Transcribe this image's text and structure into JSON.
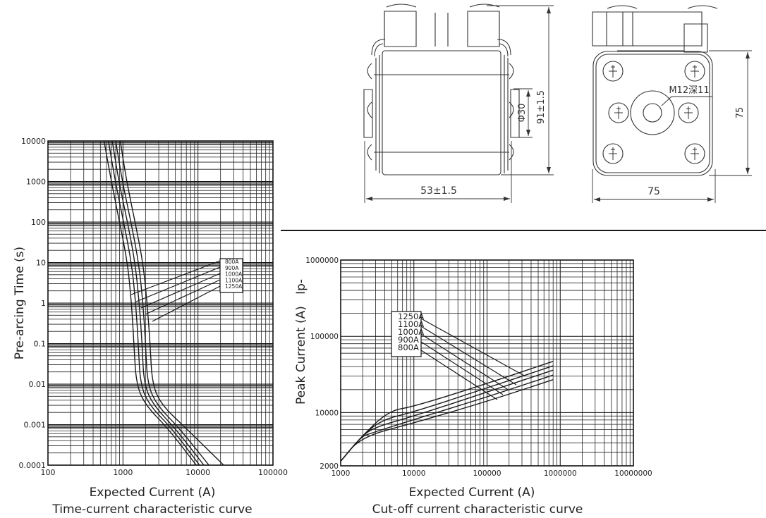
{
  "drawings": {
    "side_view": {
      "title": "side-view",
      "dim_width": "53±1.5",
      "dim_height": "91±1.5",
      "dim_diameter": "Φ30"
    },
    "front_view": {
      "title": "front-view",
      "dim_width": "75",
      "dim_height": "75",
      "thread_label": "M12深11"
    }
  },
  "chart_data": [
    {
      "type": "line",
      "title": "Time-current characteristic curve",
      "xlabel": "Expected Current (A)",
      "ylabel": "Pre-arcing Time (s)",
      "xscale": "log",
      "yscale": "log",
      "xlim": [
        100,
        100000
      ],
      "ylim": [
        0.0001,
        10000
      ],
      "xticks": [
        "100",
        "1000",
        "10000",
        "100000"
      ],
      "yticks": [
        "0.0001",
        "0.001",
        "0.01",
        "0.1",
        "1",
        "10",
        "100",
        "1000",
        "10000"
      ],
      "grid": true,
      "legend": {
        "placement": "center-right",
        "entries": [
          "800A",
          "900A",
          "1000A",
          "1100A",
          "1250A"
        ]
      },
      "series": [
        {
          "name": "800A",
          "points": [
            [
              560,
              10000
            ],
            [
              700,
              1000
            ],
            [
              900,
              100
            ],
            [
              1150,
              10
            ],
            [
              1300,
              1
            ],
            [
              1400,
              0.1
            ],
            [
              1500,
              0.01
            ],
            [
              2000,
              0.003
            ],
            [
              4000,
              0.0008
            ],
            [
              9500,
              0.0001
            ]
          ]
        },
        {
          "name": "900A",
          "points": [
            [
              640,
              10000
            ],
            [
              790,
              1000
            ],
            [
              1020,
              100
            ],
            [
              1300,
              10
            ],
            [
              1480,
              1
            ],
            [
              1600,
              0.1
            ],
            [
              1700,
              0.01
            ],
            [
              2250,
              0.003
            ],
            [
              4500,
              0.0008
            ],
            [
              10500,
              0.0001
            ]
          ]
        },
        {
          "name": "1000A",
          "points": [
            [
              720,
              10000
            ],
            [
              880,
              1000
            ],
            [
              1150,
              100
            ],
            [
              1450,
              10
            ],
            [
              1650,
              1
            ],
            [
              1800,
              0.1
            ],
            [
              1900,
              0.01
            ],
            [
              2550,
              0.003
            ],
            [
              5000,
              0.0008
            ],
            [
              12000,
              0.0001
            ]
          ]
        },
        {
          "name": "1100A",
          "points": [
            [
              800,
              10000
            ],
            [
              980,
              1000
            ],
            [
              1280,
              100
            ],
            [
              1620,
              10
            ],
            [
              1850,
              1
            ],
            [
              2000,
              0.1
            ],
            [
              2120,
              0.01
            ],
            [
              2850,
              0.003
            ],
            [
              5700,
              0.0008
            ],
            [
              14000,
              0.0001
            ]
          ]
        },
        {
          "name": "1250A",
          "points": [
            [
              920,
              10000
            ],
            [
              1120,
              1000
            ],
            [
              1450,
              100
            ],
            [
              1850,
              10
            ],
            [
              2100,
              1
            ],
            [
              2300,
              0.1
            ],
            [
              2450,
              0.01
            ],
            [
              3300,
              0.003
            ],
            [
              7000,
              0.0008
            ],
            [
              22000,
              0.0001
            ]
          ]
        }
      ]
    },
    {
      "type": "line",
      "title": "Cut-off current characteristic curve",
      "xlabel": "Expected Current (A)",
      "ylabel": "Peak Current (A)   Ip-",
      "xscale": "log",
      "yscale": "log",
      "xlim": [
        1000,
        10000000
      ],
      "ylim": [
        2000,
        1000000
      ],
      "xticks": [
        "1000",
        "10000",
        "100000",
        "1000000",
        "10000000"
      ],
      "yticks": [
        "2000",
        "10000",
        "100000",
        "1000000"
      ],
      "grid": true,
      "legend": {
        "placement": "upper-left",
        "entries": [
          "1250A",
          "1100A",
          "1000A",
          "900A",
          "800A"
        ]
      },
      "series": [
        {
          "name": "800A",
          "points": [
            [
              1000,
              2300
            ],
            [
              1900,
              4800
            ],
            [
              10000,
              7300
            ],
            [
              100000,
              14000
            ],
            [
              800000,
              27000
            ]
          ]
        },
        {
          "name": "900A",
          "points": [
            [
              1000,
              2300
            ],
            [
              1900,
              4800
            ],
            [
              2500,
              5300
            ],
            [
              10000,
              8100
            ],
            [
              100000,
              16000
            ],
            [
              800000,
              31000
            ]
          ]
        },
        {
          "name": "1000A",
          "points": [
            [
              1000,
              2300
            ],
            [
              1900,
              4800
            ],
            [
              2900,
              6400
            ],
            [
              10000,
              9000
            ],
            [
              100000,
              18500
            ],
            [
              800000,
              36000
            ]
          ]
        },
        {
          "name": "1100A",
          "points": [
            [
              1000,
              2300
            ],
            [
              1900,
              4800
            ],
            [
              3600,
              8000
            ],
            [
              10000,
              10200
            ],
            [
              100000,
              21000
            ],
            [
              800000,
              41000
            ]
          ]
        },
        {
          "name": "1250A",
          "points": [
            [
              1000,
              2300
            ],
            [
              1900,
              4800
            ],
            [
              4500,
              10500
            ],
            [
              10000,
              12000
            ],
            [
              100000,
              24000
            ],
            [
              800000,
              47000
            ]
          ]
        }
      ]
    }
  ]
}
